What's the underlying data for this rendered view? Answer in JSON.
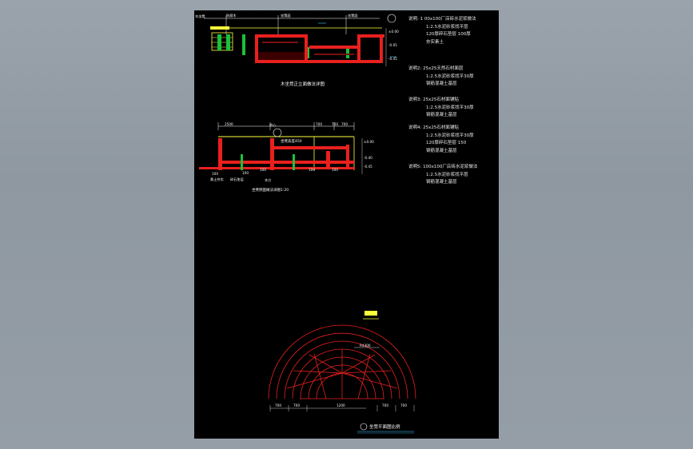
{
  "drawing": {
    "section1_title": "木坐凳正立面做法详图",
    "section2_title": "坐凳侧面做法详图1:20",
    "plan_title": "坐凳平面图比例",
    "mark_center": "中心",
    "dim_labels": [
      "2500",
      "700",
      "700",
      "700"
    ],
    "plan_dims": [
      "700",
      "700",
      "1200",
      "700",
      "700"
    ],
    "callout_note": "坐凳高度450",
    "radius_label": "R4300",
    "notes": [
      [
        "说明: 1 00x100厂店砖水泥浆做法",
        "1:2.5水泥砂浆找平层",
        "120厚碎石垫层 100厚",
        "夯实素土"
      ],
      [
        "说明2: 25x25天然石材面层",
        "1:2.5水泥砂浆找平30厚",
        "钢筋混凝土基层"
      ],
      [
        "说明3: 25x25石材面铺贴",
        "1:2.5水泥砂浆找平30厚",
        "钢筋混凝土基层"
      ],
      [
        "说明4: 25x25石材面铺贴",
        "1:2.5水泥砂浆找平30厚",
        "120厚碎石垫层 150",
        "钢筋混凝土基层"
      ],
      [
        "说明5: 100x100厂店砖水泥浆做法",
        "1:2.5水泥砂浆找平层",
        "钢筋混凝土基层"
      ]
    ]
  },
  "colors": {
    "sheet_bg": "#000000",
    "line_red": "#e8201e",
    "line_yellow": "#ffff3a",
    "line_green": "#19c23a",
    "line_white": "#ffffff",
    "line_cyan": "#3ec9ff"
  }
}
